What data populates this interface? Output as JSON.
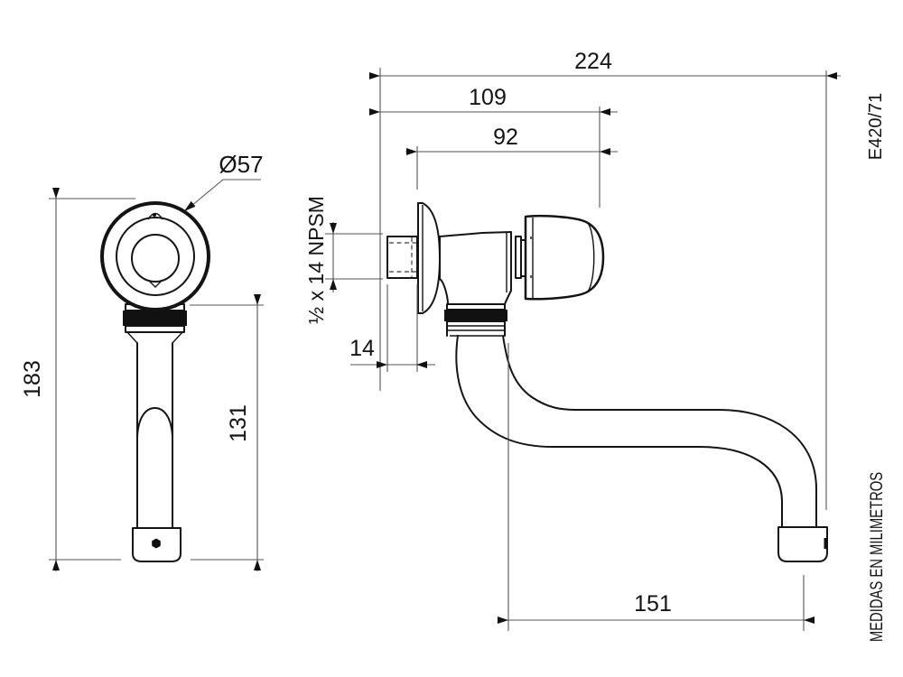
{
  "drawing": {
    "code": "E420/71",
    "units_note": "MEDIDAS EN MILIMETROS",
    "colors": {
      "ink": "#141414",
      "dimension_lines": "#555555",
      "background": "#ffffff"
    },
    "dimensions": {
      "handle_diameter": "Ø57",
      "total_height": "183",
      "spout_drop": "131",
      "total_projection": "224",
      "wall_to_handle_tip": "109",
      "flange_to_handle_tip": "92",
      "thread_spec": "½ x 14 NPSM",
      "thread_length": "14",
      "spout_reach": "151"
    }
  }
}
